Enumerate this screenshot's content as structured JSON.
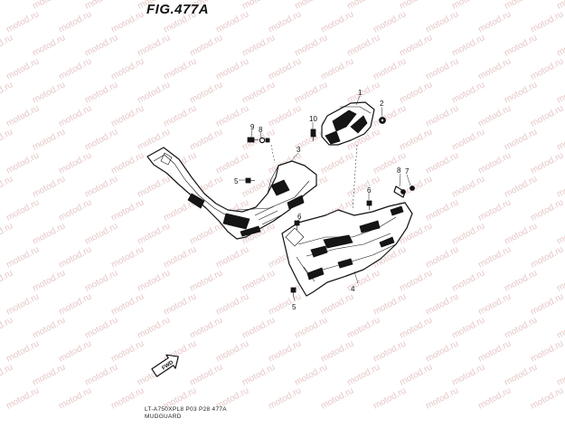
{
  "figure": {
    "title": "FIG.477A",
    "footer_line1": "LT-A750XPL8  P03  P28  477A",
    "footer_line2": "MUDGUARD"
  },
  "watermark": {
    "text": "motod.ru",
    "color": "#e7c8c8"
  },
  "callouts": [
    "1",
    "2",
    "3",
    "4",
    "5",
    "5",
    "6",
    "6",
    "7",
    "8",
    "8",
    "9",
    "10"
  ],
  "direction_arrow": {
    "label": "FWD",
    "icon": "fwd-arrow-icon"
  }
}
